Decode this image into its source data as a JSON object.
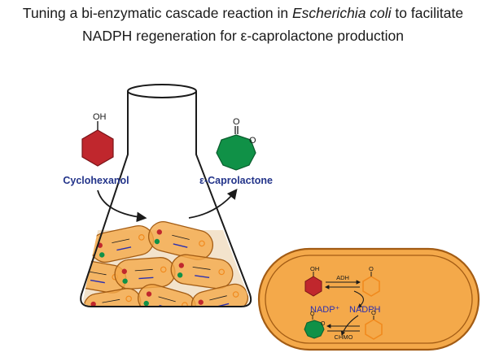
{
  "title": {
    "line1_pre": "Tuning a bi-enzymatic cascade reaction in ",
    "line1_italic": "Escherichia coli",
    "line1_post": " to facilitate",
    "line2": "NADPH regeneration for ε-caprolactone production"
  },
  "substrate": {
    "label": "Cyclohexanol",
    "group": "OH",
    "color": "#c0272d"
  },
  "product": {
    "label": "ε-Caprolactone",
    "atom1": "O",
    "atom2": "O",
    "color": "#109147"
  },
  "cell_detail": {
    "substrate_group": "OH",
    "ketone_group": "O",
    "lactone_atom1": "O",
    "lactone_atom2": "O",
    "enzyme1": "ADH",
    "enzyme2": "CHMO",
    "cofactor_ox": "NADP⁺",
    "cofactor_red": "NADPH"
  },
  "colors": {
    "cell_fill": "#f4a94a",
    "cell_border": "#a35c14",
    "medium": "#f3e3cc",
    "cofactor_text": "#2b2fb0",
    "label_text": "#23348a",
    "ketone_ring": "#f08a1e"
  }
}
